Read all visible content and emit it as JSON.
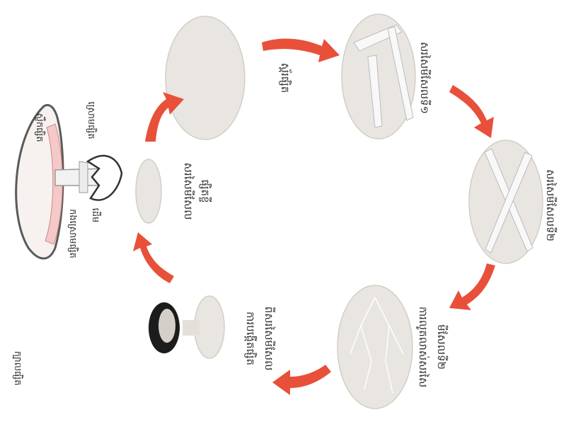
{
  "diagram": {
    "labels": {
      "cap": "ក្បាលផ្សិត",
      "gills": "ស្លឹកផ្សិត",
      "ring": "កងស្រោមផ្សិត",
      "stem": "ដើម",
      "volva": "ស្រោមផ្សិត",
      "young_mycelium_1": "សរសៃមីសែល",
      "young_mycelium_2": "ផ្សិតខ្ចី",
      "spores": "ស្ព័រផ្សិត",
      "primary_mycelium": "សរសៃមីសែលទី១",
      "secondary_mycelium": "សរសៃមីសែលទី២",
      "network_1": "ការលូតលាស់សរសៃ",
      "network_2": "មីសែលទី២",
      "button_1": "ការបង្កើតផ្សិត",
      "button_2": "ពីសរសៃមីសែល"
    },
    "colors": {
      "arrow": "#e8503a",
      "stage_fill": "#e9e6e1",
      "gill_tint": "#f4c9c7"
    }
  }
}
